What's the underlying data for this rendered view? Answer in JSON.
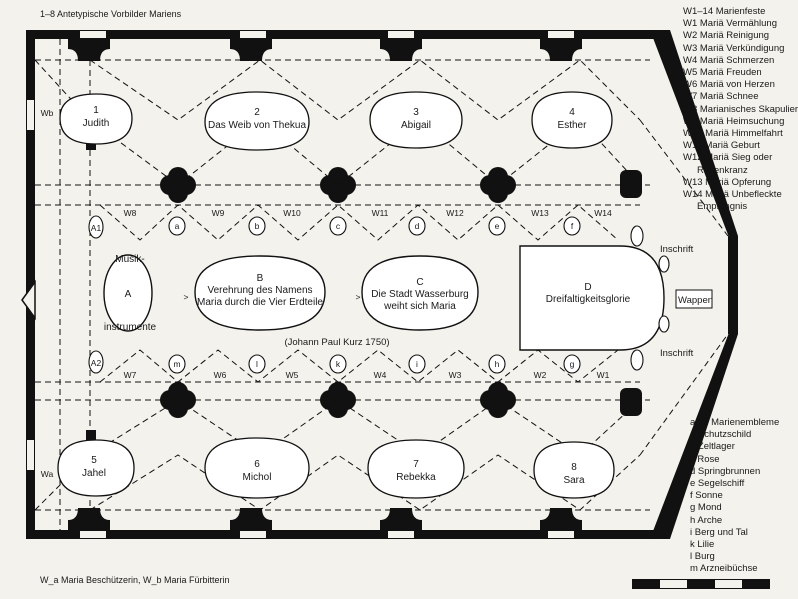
{
  "figure_title": "1–8  Antetypische Vorbilder Mariens",
  "bottom_caption": "W_a Maria Beschützerin, W_b Maria Fürbitterin",
  "credit": "(Johann Paul Kurz 1750)",
  "upper_vaults": [
    {
      "num": "1",
      "name": "Judith"
    },
    {
      "num": "2",
      "name": "Das Weib von Thekua"
    },
    {
      "num": "3",
      "name": "Abigail"
    },
    {
      "num": "4",
      "name": "Esther"
    }
  ],
  "lower_vaults": [
    {
      "num": "5",
      "name": "Jahel"
    },
    {
      "num": "6",
      "name": "Michol"
    },
    {
      "num": "7",
      "name": "Rebekka"
    },
    {
      "num": "8",
      "name": "Sara"
    }
  ],
  "main_fields": {
    "A": {
      "letter": "A",
      "label_top": "Musik-",
      "label_bottom": "instrumente"
    },
    "B": {
      "letter": "B",
      "line1": "Verehrung des Namens",
      "line2": "Maria durch die Vier Erdteile"
    },
    "C": {
      "letter": "C",
      "line1": "Die Stadt Wasserburg",
      "line2": "weiht sich Maria"
    },
    "D": {
      "letter": "D",
      "line1": "Dreifaltigkeitsglorie"
    }
  },
  "choir_labels": {
    "inschrift_top": "Inschrift",
    "wappen": "Wappen",
    "inschrift_bottom": "Inschrift"
  },
  "small_markers": {
    "upper_w": [
      "W8",
      "W9",
      "W10",
      "W11",
      "W12",
      "W13",
      "W14"
    ],
    "lower_w": [
      "W7",
      "W6",
      "W5",
      "W4",
      "W3",
      "W2",
      "W1"
    ],
    "upper_letters": [
      "a",
      "b",
      "c",
      "d",
      "e",
      "f"
    ],
    "lower_letters": [
      "m",
      "l",
      "k",
      "i",
      "h",
      "g"
    ],
    "a_marks": [
      "A1",
      "A2"
    ],
    "wa": "Wa",
    "wb": "Wb",
    "gt": ">"
  },
  "legend_w": {
    "header": "W1–14 Marienfeste",
    "items": [
      "W1 Mariä Vermählung",
      "W2 Mariä Reinigung",
      "W3 Mariä Verkündigung",
      "W4 Mariä Schmerzen",
      "W5 Mariä Freuden",
      "W6 Mariä von Herzen",
      "W7 Mariä Schnee",
      "W8 Marianisches Skapulier",
      "W9 Mariä Heimsuchung",
      "W10 Mariä Himmelfahrt",
      "W11 Mariä Geburt",
      "W12 Mariä Sieg oder",
      "Rosenkranz",
      "W13 Mariä Opferung",
      "W14 Mariä Unbefleckte",
      "Empfängnis"
    ]
  },
  "legend_emblems": {
    "header": "a–m  Marienembleme",
    "items": [
      "a  Schutzschild",
      "b  Zeltlager",
      "c  Rose",
      "d  Springbrunnen",
      "e  Segelschiff",
      "f  Sonne",
      "g  Mond",
      "h  Arche",
      "i  Berg und Tal",
      "k  Lilie",
      "l  Burg",
      "m Arzneibüchse"
    ]
  },
  "colors": {
    "ink": "#111111",
    "paper": "#f4f2ec"
  }
}
